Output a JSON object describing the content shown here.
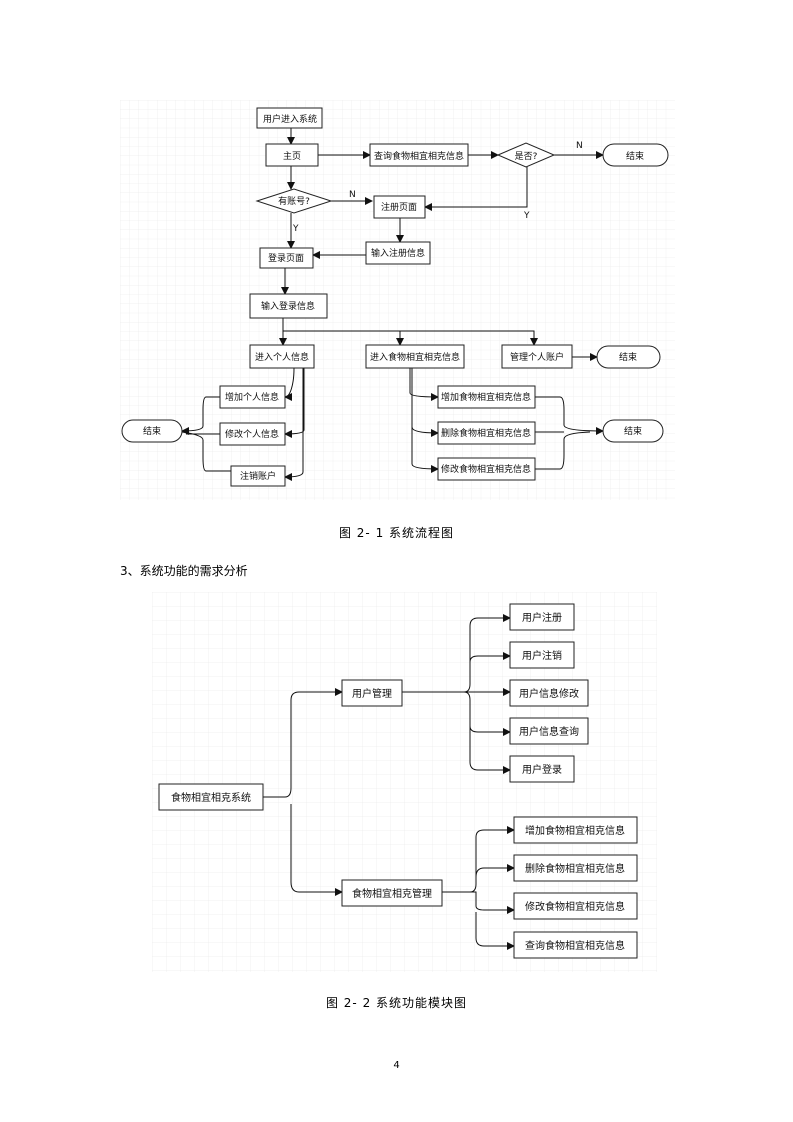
{
  "flowchart": {
    "nodes": {
      "enter": "用户进入系统",
      "home": "主页",
      "query": "查询食物相宜相克信息",
      "exit_q": "是否?",
      "end1": "结束",
      "has_acc": "有账号?",
      "register": "注册页面",
      "reg_info": "输入注册信息",
      "login": "登录页面",
      "login_info": "输入登录信息",
      "personal": "进入个人信息",
      "food_info": "进入食物相宜相克信息",
      "manage": "管理个人账户",
      "end2": "结束",
      "add_personal": "增加个人信息",
      "edit_personal": "修改个人信息",
      "logout": "注销账户",
      "end3": "结束",
      "add_food": "增加食物相宜相克信息",
      "del_food": "删除食物相宜相克信息",
      "edit_food": "修改食物相宜相克信息",
      "end4": "结束"
    },
    "labels": {
      "n1": "N",
      "y1": "Y",
      "n2": "N",
      "y2": "Y"
    }
  },
  "caption1": "图 2- 1  系统流程图",
  "heading": "3、系统功能的需求分析",
  "module": {
    "root": "食物相宜相克系统",
    "user_mgmt": "用户管理",
    "food_mgmt": "食物相宜相克管理",
    "user_children": [
      "用户注册",
      "用户注销",
      "用户信息修改",
      "用户信息查询",
      "用户登录"
    ],
    "food_children": [
      "增加食物相宜相克信息",
      "删除食物相宜相克信息",
      "修改食物相宜相克信息",
      "查询食物相宜相克信息"
    ]
  },
  "caption2": "图 2- 2  系统功能模块图",
  "page_number": "4"
}
